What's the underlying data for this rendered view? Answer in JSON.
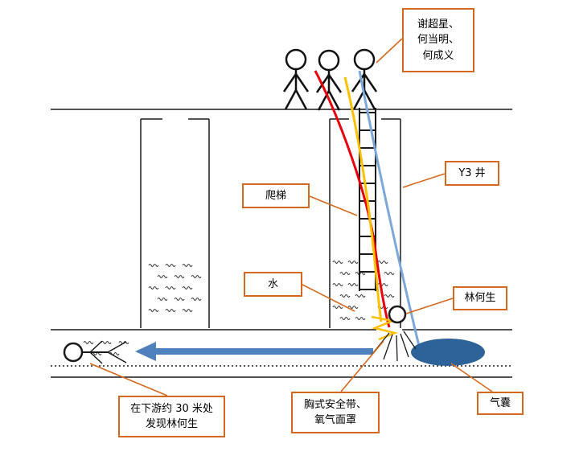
{
  "diagram": {
    "rescuers_label": {
      "line1": "谢超星、",
      "line2": "何当明、",
      "line3": "何成义"
    },
    "well_label": "Y3 井",
    "ladder_label": "爬梯",
    "water_label": "水",
    "victim_label": "林何生",
    "harness_label": {
      "line1": "胸式安全带、",
      "line2": "氧气面罩"
    },
    "airbag_label": "气囊",
    "downstream_label": {
      "line1": "在下游约 30 米处",
      "line2": "发现林何生"
    }
  },
  "colors": {
    "box_border": "#d2691e",
    "connector": "#d2691e",
    "rope_red": "#e8000d",
    "rope_yellow": "#ffc000",
    "rope_blue": "#7da7d8",
    "arrow_blue": "#4f81bd",
    "airbag_fill": "#2e6399",
    "ink": "#1a1a1a"
  }
}
